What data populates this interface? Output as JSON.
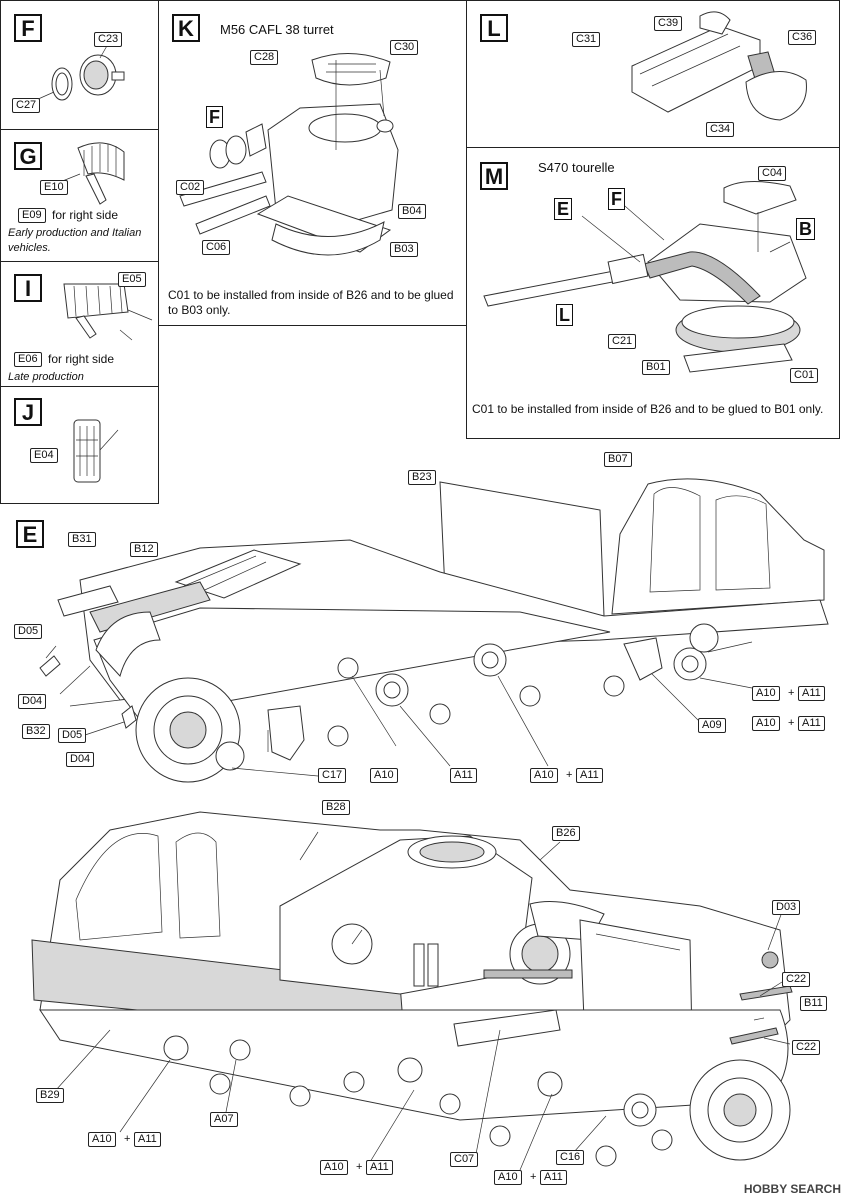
{
  "panels": {
    "f": {
      "step": "F",
      "labels": {
        "c23": "C23",
        "c27": "C27"
      }
    },
    "g": {
      "step": "G",
      "labels": {
        "e10": "E10",
        "e09": "E09"
      },
      "note": "for right side",
      "note2": "Early production and Italian vehicles."
    },
    "i": {
      "step": "I",
      "labels": {
        "e05": "E05",
        "e06": "E06"
      },
      "note": "for right side",
      "note2": "Late production"
    },
    "j": {
      "step": "J",
      "labels": {
        "e04": "E04"
      }
    },
    "k": {
      "step": "K",
      "title": "M56 CAFL 38 turret",
      "ref_f": "F",
      "labels": {
        "c28": "C28",
        "c30": "C30",
        "c02": "C02",
        "c06": "C06",
        "b04": "B04",
        "b03": "B03"
      },
      "note": "C01 to be installed from inside of B26 and to be glued to B03 only."
    },
    "l": {
      "step": "L",
      "labels": {
        "c39": "C39",
        "c31": "C31",
        "c36": "C36",
        "c34": "C34"
      }
    },
    "m": {
      "step": "M",
      "title": "S470 tourelle",
      "ref_e": "E",
      "ref_f": "F",
      "ref_b": "B",
      "ref_l": "L",
      "labels": {
        "c04": "C04",
        "c21": "C21",
        "b01": "B01",
        "c01": "C01"
      },
      "note": "C01 to be installed from inside of B26 and to be glued to B01 only."
    },
    "e": {
      "step": "E",
      "labels": {
        "b23": "B23",
        "b07": "B07",
        "b31": "B31",
        "b12": "B12",
        "d05a": "D05",
        "d04a": "D04",
        "b32": "B32",
        "d05b": "D05",
        "d04b": "D04",
        "c17": "C17",
        "a10a": "A10",
        "a11a": "A11",
        "a10b": "A10",
        "a11b": "A11",
        "a09": "A09",
        "a10c": "A10",
        "a11c": "A11",
        "a10d": "A10",
        "a11d": "A11"
      },
      "plus": "+"
    },
    "lower": {
      "labels": {
        "b28": "B28",
        "b26": "B26",
        "d03": "D03",
        "c22a": "C22",
        "b11": "B11",
        "c22b": "C22",
        "b29": "B29",
        "a07": "A07",
        "a10a": "A10",
        "a11a": "A11",
        "a10b": "A10",
        "a11b": "A11",
        "c07": "C07",
        "c16": "C16",
        "a10c": "A10",
        "a11c": "A11"
      },
      "plus": "+"
    }
  },
  "watermark": "HOBBY SEARCH",
  "colors": {
    "line": "#222222",
    "shade_light": "#d8d8d8",
    "shade_dark": "#bcbcbc"
  }
}
